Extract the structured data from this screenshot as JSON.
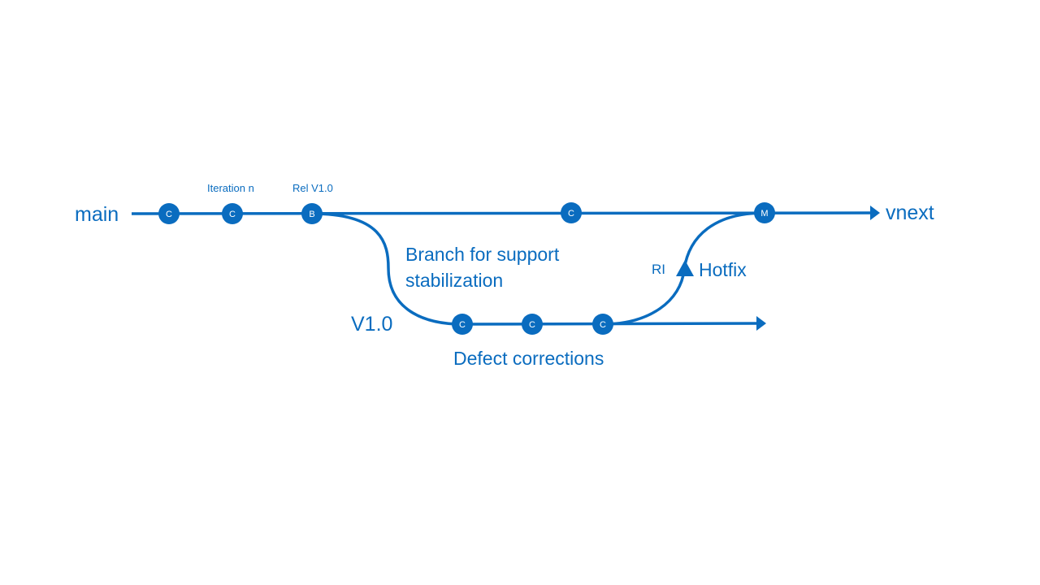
{
  "branches": {
    "main_label": "main",
    "vnext_label": "vnext",
    "release_label": "V1.0"
  },
  "annotations": {
    "iteration": "Iteration n",
    "release_tag": "Rel V1.0",
    "branch_line1": "Branch for support",
    "branch_line2": "stabilization",
    "ri": "RI",
    "hotfix": "Hotfix",
    "defects": "Defect corrections"
  },
  "nodes": {
    "main_commit_1": "C",
    "main_commit_2": "C",
    "branch_point": "B",
    "main_commit_3": "C",
    "merge": "M",
    "release_commit_1": "C",
    "release_commit_2": "C",
    "release_commit_3": "C"
  },
  "colors": {
    "line": "#0a6cbf",
    "node_fill": "#0a6cbf",
    "text": "#0a6cbf"
  }
}
